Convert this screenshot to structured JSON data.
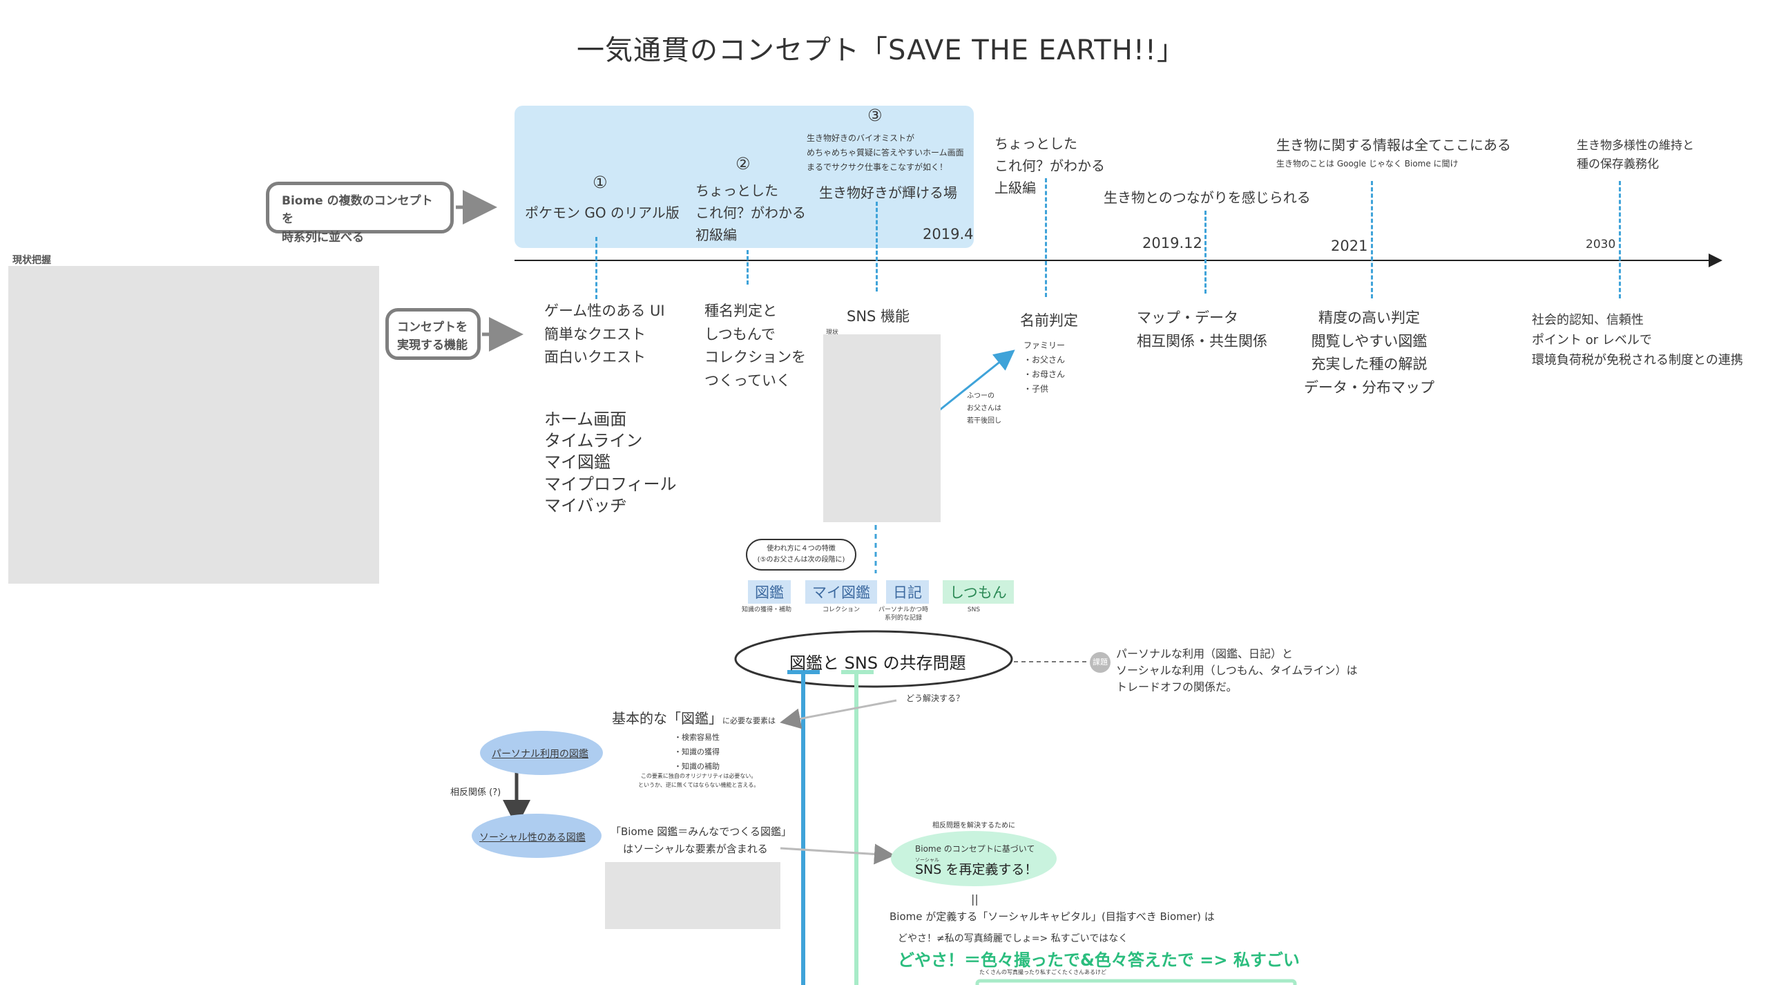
{
  "title": "一気通貫のコンセプト「SAVE THE EARTH!!」",
  "labels": {
    "current_state": "現状把握",
    "concepts_box": [
      "Biome の複数のコンセプトを",
      "時系列に並べる"
    ],
    "features_box": [
      "コンセプトを",
      "実現する機能"
    ]
  },
  "phases": {
    "p1": {
      "num": "①",
      "text": "ポケモン GO のリアル版"
    },
    "p2": {
      "num": "②",
      "lines": [
        "ちょっとした",
        "これ何？がわかる",
        "初級編"
      ]
    },
    "p3": {
      "num": "③",
      "small": [
        "生き物好きのバイオミストが",
        "めちゃめちゃ質疑に答えやすいホーム画面",
        "まるでサクサク仕事をこなすが如く！"
      ],
      "text": "生き物好きが輝ける場",
      "year": "2019.4"
    },
    "p4": {
      "lines": [
        "ちょっとした",
        "これ何？がわかる",
        "上級編"
      ]
    },
    "p5": {
      "text": "生き物とのつながりを感じられる",
      "year": "2019.12"
    },
    "p6": {
      "text": "生き物に関する情報は全てここにある",
      "small": "生き物のことは Google じゃなく Biome に聞け",
      "year": "2021"
    },
    "p7": {
      "lines": [
        "生き物多様性の維持と",
        "種の保存義務化"
      ],
      "year": "2030"
    }
  },
  "features": {
    "f1": [
      "ゲーム性のある UI",
      "簡単なクエスト",
      "面白いクエスト"
    ],
    "f1_screens": [
      "ホーム画面",
      "タイムライン",
      "マイ図鑑",
      "マイプロフィール",
      "マイバッヂ"
    ],
    "f2": [
      "種名判定と",
      "しつもんで",
      "コレクションを",
      "つくっていく"
    ],
    "f3": "SNS 機能",
    "f3_label": "現状",
    "f4": "名前判定",
    "f4_small": [
      "ファミリー",
      "・お父さん",
      "・お母さん",
      "・子供"
    ],
    "f4_note": [
      "ふつーの",
      "お父さんは",
      "若干後回し"
    ],
    "f5": [
      "マップ・データ",
      "相互関係・共生関係"
    ],
    "f6": [
      "精度の高い判定",
      "閲覧しやすい図鑑",
      "充実した種の解説",
      "データ・分布マップ"
    ],
    "f7": [
      "社会的認知、信頼性",
      "ポイント or レベルで",
      "環境負荷税が免税される制度との連携"
    ]
  },
  "usage": {
    "bubble": [
      "使われ方に４つの特徴",
      "(⑤のお父さんは次の段階に)"
    ],
    "tags": [
      {
        "label": "図鑑",
        "sub": "知識の獲得・補助"
      },
      {
        "label": "マイ図鑑",
        "sub": "コレクション"
      },
      {
        "label": "日記",
        "sub": "パーソナルかつ時系列的な記録"
      },
      {
        "label": "しつもん",
        "sub": "SNS"
      }
    ]
  },
  "problem": {
    "title": "図鑑と SNS の共存問題",
    "issue_badge": "課題",
    "issue": [
      "パーソナルな利用（図鑑、日記）と",
      "ソーシャルな利用（しつもん、タイムライン）は",
      "トレードオフの関係だ。"
    ],
    "how": "どう解決する？"
  },
  "basic": {
    "title": "基本的な「図鑑」",
    "title_small": "に必要な要素は",
    "items": [
      "・検索容易性",
      "・知識の獲得",
      "・知識の補助"
    ],
    "note": [
      "この要素に独自のオリジナリティは必要ない。",
      "というか、逆に無くてはならない機能と言える。"
    ]
  },
  "tradeoff": {
    "personal": "パーソナル利用の図鑑",
    "social": "ソーシャル性のある図鑑",
    "relation": "相反関係 (?)"
  },
  "biome_zukan": [
    "「Biome 図鑑＝みんなでつくる図鑑」",
    "はソーシャルな要素が含まれる"
  ],
  "resolve": {
    "small": "相反問題を解決するために",
    "line1": "Biome のコンセプトに基づいて",
    "line2": "SNS を再定義する！",
    "ruby": "ソーシャル"
  },
  "capital": {
    "eq": "||",
    "title": "Biome が定義する「ソーシャルキャピタル」(目指すべき Biomer) は",
    "line1": "どやさ！≠私の写真綺麗でしょ=> 私すごいではなく",
    "line2": "どやさ！＝色々撮ったで&色々答えたで => 私すごい",
    "tiny": "たくさんの写真撮ったり私すごくたくさんあるけど"
  },
  "colors": {
    "accent_blue": "#3fa3d9",
    "light_blue": "#cfe8f8",
    "mint": "#2bbd7e",
    "mint_light": "#c9f3de"
  }
}
